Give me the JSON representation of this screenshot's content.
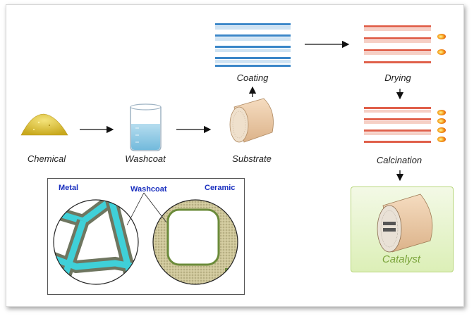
{
  "steps": {
    "chemical": "Chemical",
    "washcoat": "Washcoat",
    "substrate": "Substrate",
    "coating": "Coating",
    "drying": "Drying",
    "calcination": "Calcination",
    "catalyst": "Catalyst"
  },
  "inset": {
    "metal": "Metal",
    "washcoat": "Washcoat",
    "ceramic": "Ceramic"
  },
  "colors": {
    "coating_stripes": "#3a86c8",
    "heat_stripes": "#e0604a",
    "washcoat_layer": "#3fd0d8",
    "catalyst_text": "#7aa33a",
    "inset_text": "#1a2fbf"
  }
}
